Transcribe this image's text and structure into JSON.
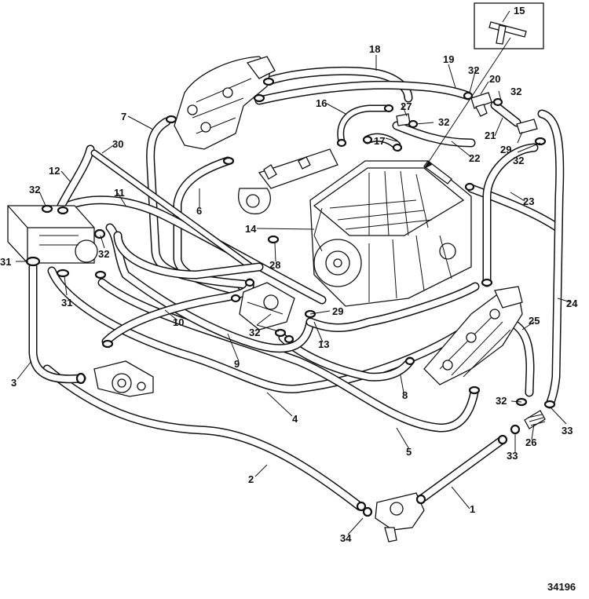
{
  "figure_number": "34196",
  "callouts": [
    {
      "id": "c1",
      "text": "1"
    },
    {
      "id": "c2",
      "text": "2"
    },
    {
      "id": "c3",
      "text": "3"
    },
    {
      "id": "c4",
      "text": "4"
    },
    {
      "id": "c5",
      "text": "5"
    },
    {
      "id": "c6",
      "text": "6"
    },
    {
      "id": "c7",
      "text": "7"
    },
    {
      "id": "c8",
      "text": "8"
    },
    {
      "id": "c9",
      "text": "9"
    },
    {
      "id": "c10",
      "text": "10"
    },
    {
      "id": "c11",
      "text": "11"
    },
    {
      "id": "c12",
      "text": "12"
    },
    {
      "id": "c13",
      "text": "13"
    },
    {
      "id": "c14",
      "text": "14"
    },
    {
      "id": "c15",
      "text": "15"
    },
    {
      "id": "c16",
      "text": "16"
    },
    {
      "id": "c17",
      "text": "17"
    },
    {
      "id": "c18",
      "text": "18"
    },
    {
      "id": "c19",
      "text": "19"
    },
    {
      "id": "c20",
      "text": "20"
    },
    {
      "id": "c21",
      "text": "21"
    },
    {
      "id": "c22",
      "text": "22"
    },
    {
      "id": "c23",
      "text": "23"
    },
    {
      "id": "c24",
      "text": "24"
    },
    {
      "id": "c25",
      "text": "25"
    },
    {
      "id": "c26",
      "text": "26"
    },
    {
      "id": "c27",
      "text": "27"
    },
    {
      "id": "c28",
      "text": "28"
    },
    {
      "id": "c29a",
      "text": "29"
    },
    {
      "id": "c29b",
      "text": "29"
    },
    {
      "id": "c30",
      "text": "30"
    },
    {
      "id": "c31a",
      "text": "31"
    },
    {
      "id": "c31b",
      "text": "31"
    },
    {
      "id": "c32a",
      "text": "32"
    },
    {
      "id": "c32b",
      "text": "32"
    },
    {
      "id": "c32c",
      "text": "32"
    },
    {
      "id": "c32d",
      "text": "32"
    },
    {
      "id": "c32e",
      "text": "32"
    },
    {
      "id": "c32f",
      "text": "32"
    },
    {
      "id": "c32g",
      "text": "32"
    },
    {
      "id": "c32h",
      "text": "32"
    },
    {
      "id": "c33a",
      "text": "33"
    },
    {
      "id": "c33b",
      "text": "33"
    },
    {
      "id": "c34",
      "text": "34"
    }
  ]
}
